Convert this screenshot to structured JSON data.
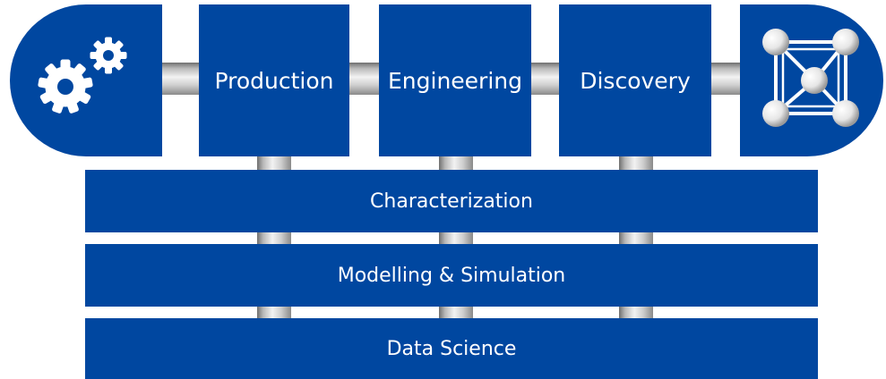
{
  "pillars": [
    {
      "label": "Production"
    },
    {
      "label": "Engineering"
    },
    {
      "label": "Discovery"
    }
  ],
  "layers": [
    {
      "label": "Characterization"
    },
    {
      "label": "Modelling & Simulation"
    },
    {
      "label": "Data Science"
    }
  ],
  "end_caps": {
    "left_icon": "gears-icon",
    "right_icon": "molecular-lattice-icon"
  },
  "colors": {
    "box_fill": "#0047a0",
    "text": "#ffffff",
    "pipe": "#c8c8c8"
  }
}
